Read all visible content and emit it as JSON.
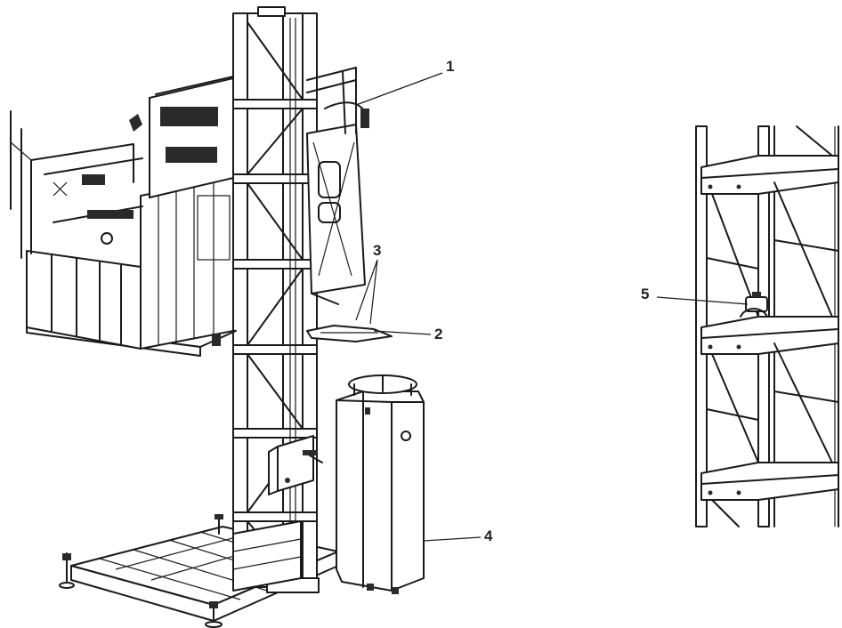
{
  "callouts": [
    {
      "id": "c1",
      "text": "1"
    },
    {
      "id": "c2",
      "text": "2"
    },
    {
      "id": "c3",
      "text": "3"
    },
    {
      "id": "c4",
      "text": "4"
    },
    {
      "id": "c5",
      "text": "5"
    }
  ],
  "colors": {
    "line": "#1a1a1a",
    "background": "#ffffff"
  }
}
